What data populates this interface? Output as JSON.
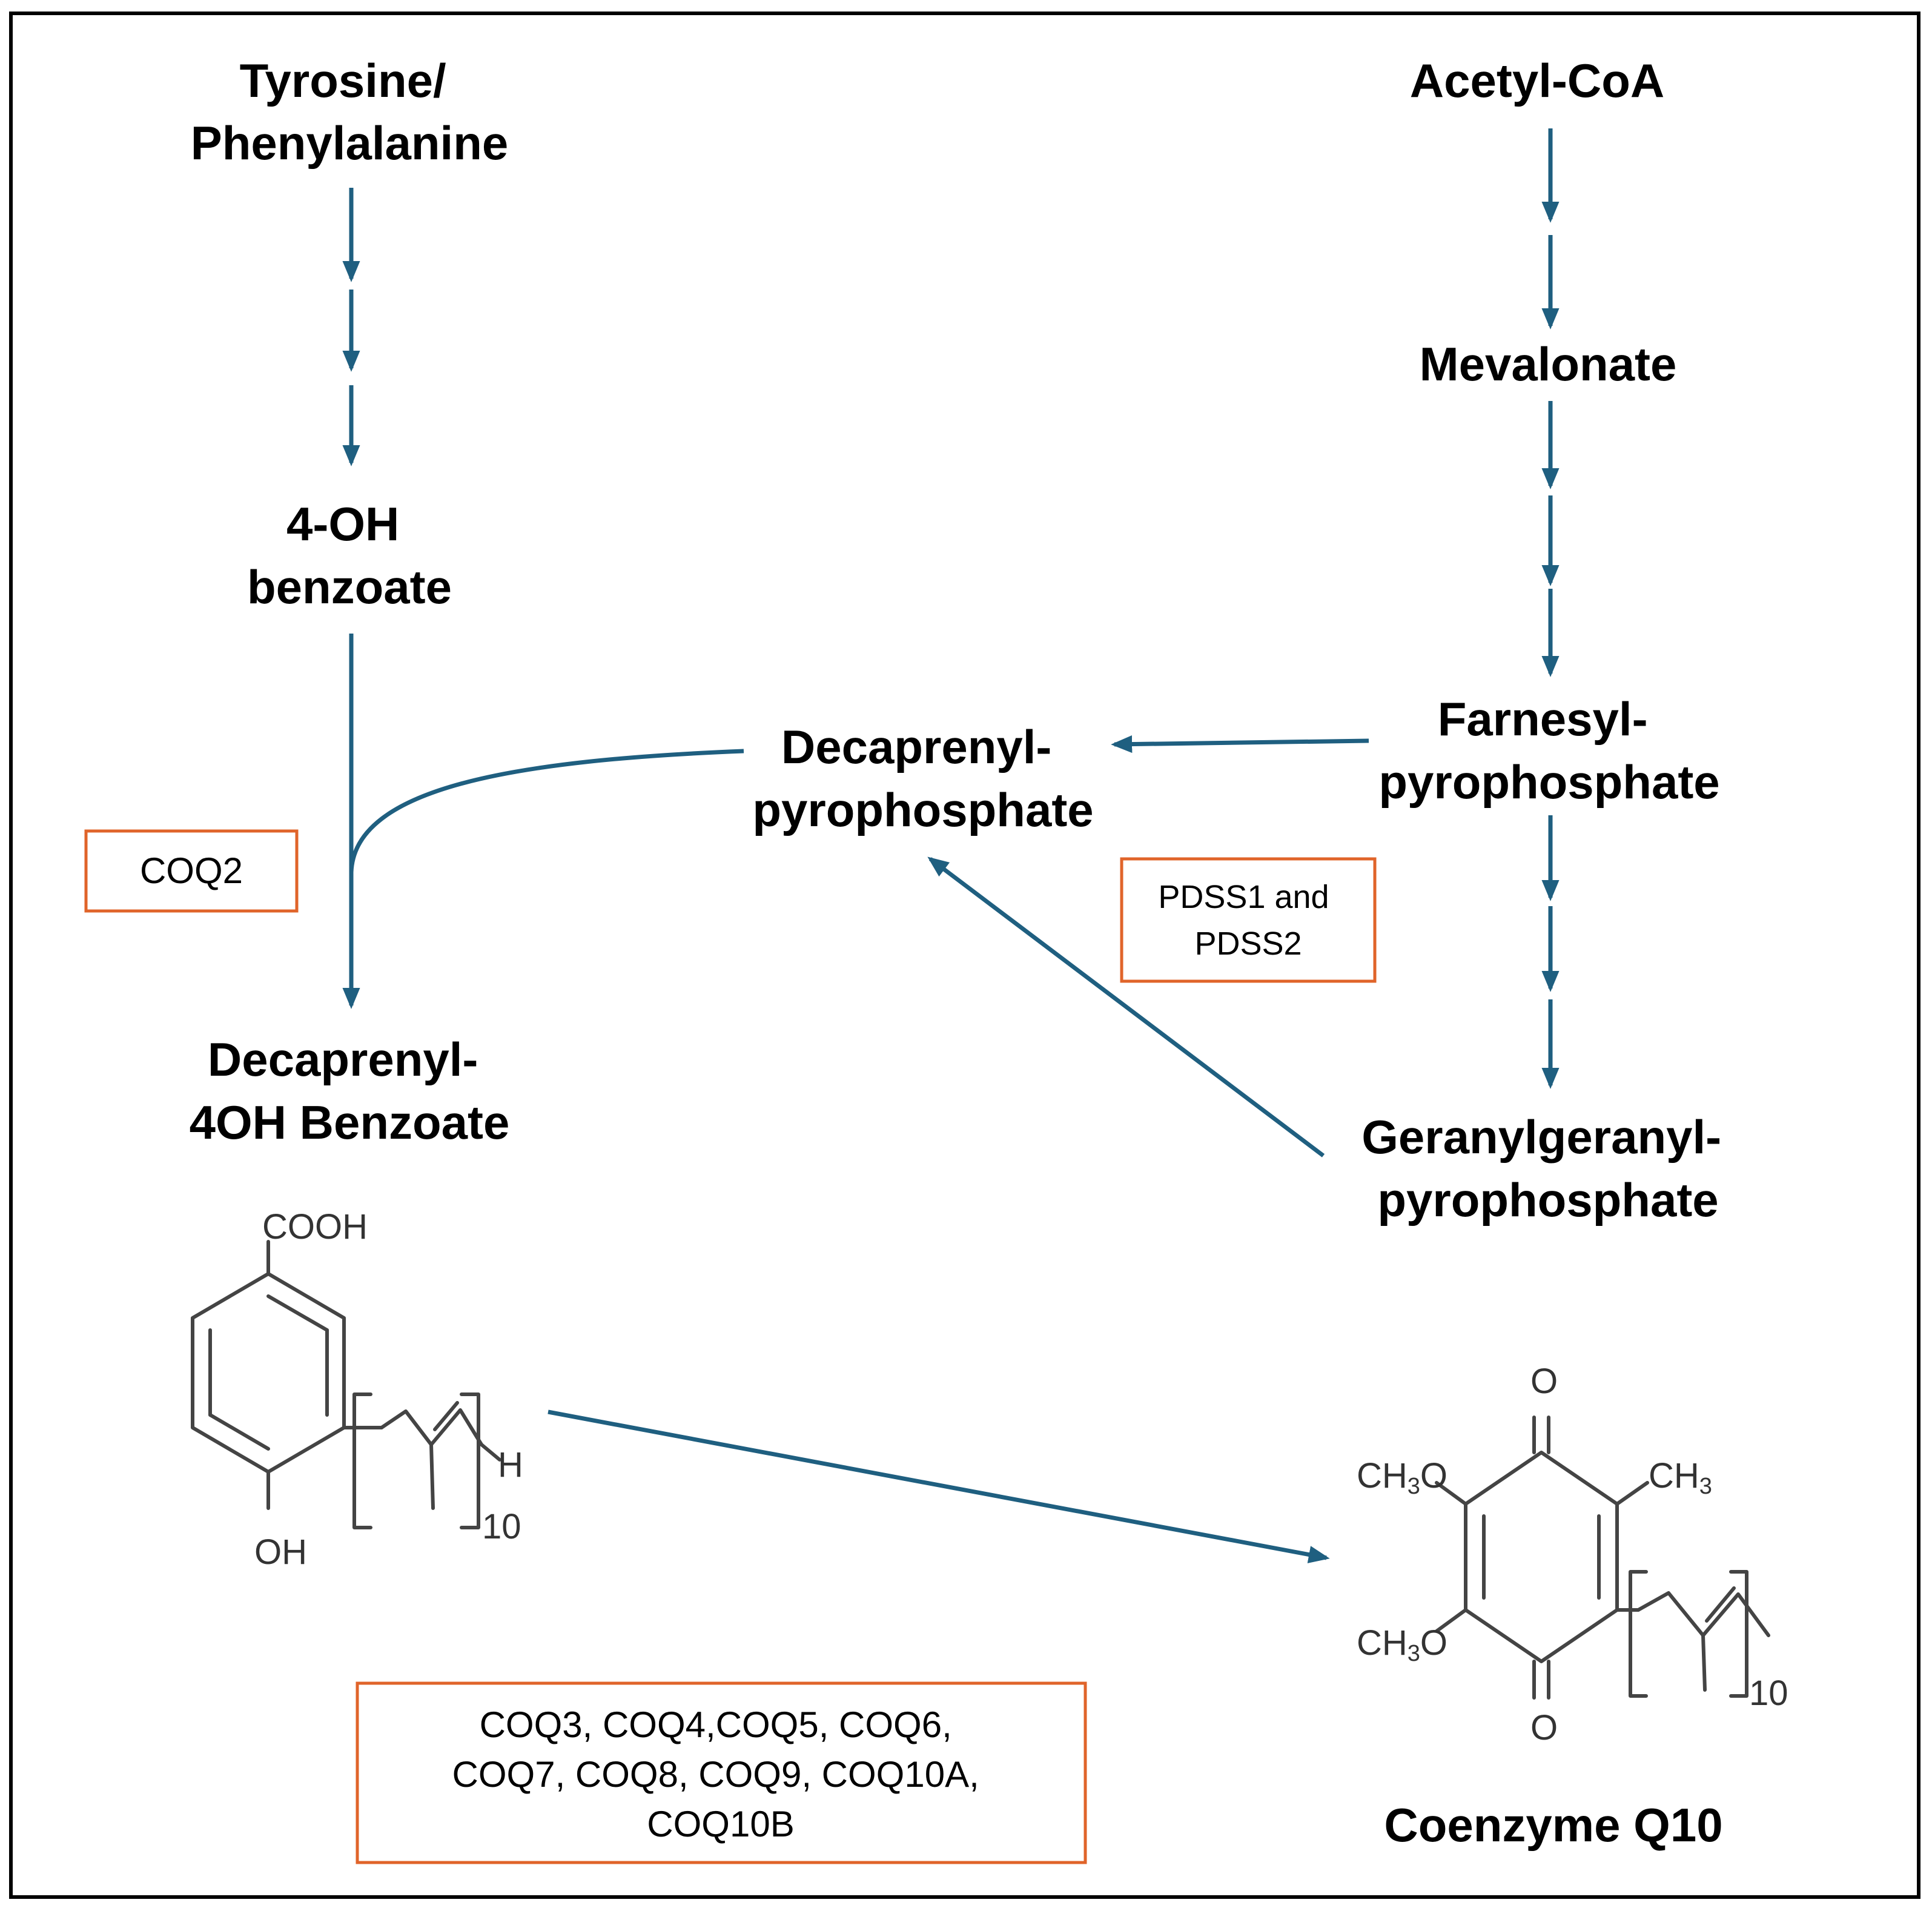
{
  "colors": {
    "arrow": "#1f5f80",
    "enzyme_box_border": "#e0642a",
    "frame": "#000000",
    "structure": "#444444"
  },
  "nodes": {
    "tyrosine": [
      "Tyrosine/",
      "Phenylalanine"
    ],
    "hydroxybenzoate": [
      "4-OH",
      "benzoate"
    ],
    "decaprenyl_benzoate": [
      "Decaprenyl-",
      "4OH Benzoate"
    ],
    "acetyl_coa": [
      "Acetyl-CoA"
    ],
    "mevalonate": [
      "Mevalonate"
    ],
    "farnesyl_pp": [
      "Farnesyl-",
      "pyrophosphate"
    ],
    "geranylgeranyl_pp": [
      "Geranylgeranyl-",
      "pyrophosphate"
    ],
    "decaprenyl_pp": [
      "Decaprenyl-",
      "pyrophosphate"
    ],
    "coenzyme_q10": [
      "Coenzyme Q10"
    ]
  },
  "enzymes": {
    "coq2": [
      "COQ2"
    ],
    "pdss": [
      "PDSS1 and",
      "PDSS2"
    ],
    "coq_complex": [
      "COQ3, COQ4,COQ5, COQ6,",
      "COQ7, COQ8, COQ9, COQ10A,",
      "COQ10B"
    ]
  },
  "structures": {
    "benzoate": {
      "cooh": "COOH",
      "oh": "OH",
      "h": "H",
      "repeat": "10"
    },
    "coq10": {
      "o_top": "O",
      "o_bottom": "O",
      "ch3o_top": "CH",
      "ch3o_top_sub": "3",
      "ch3o_top_o": "O",
      "ch3o_bottom": "CH",
      "ch3o_bottom_sub": "3",
      "ch3o_bottom_o": "O",
      "ch3": "CH",
      "ch3_sub": "3",
      "repeat": "10"
    }
  }
}
